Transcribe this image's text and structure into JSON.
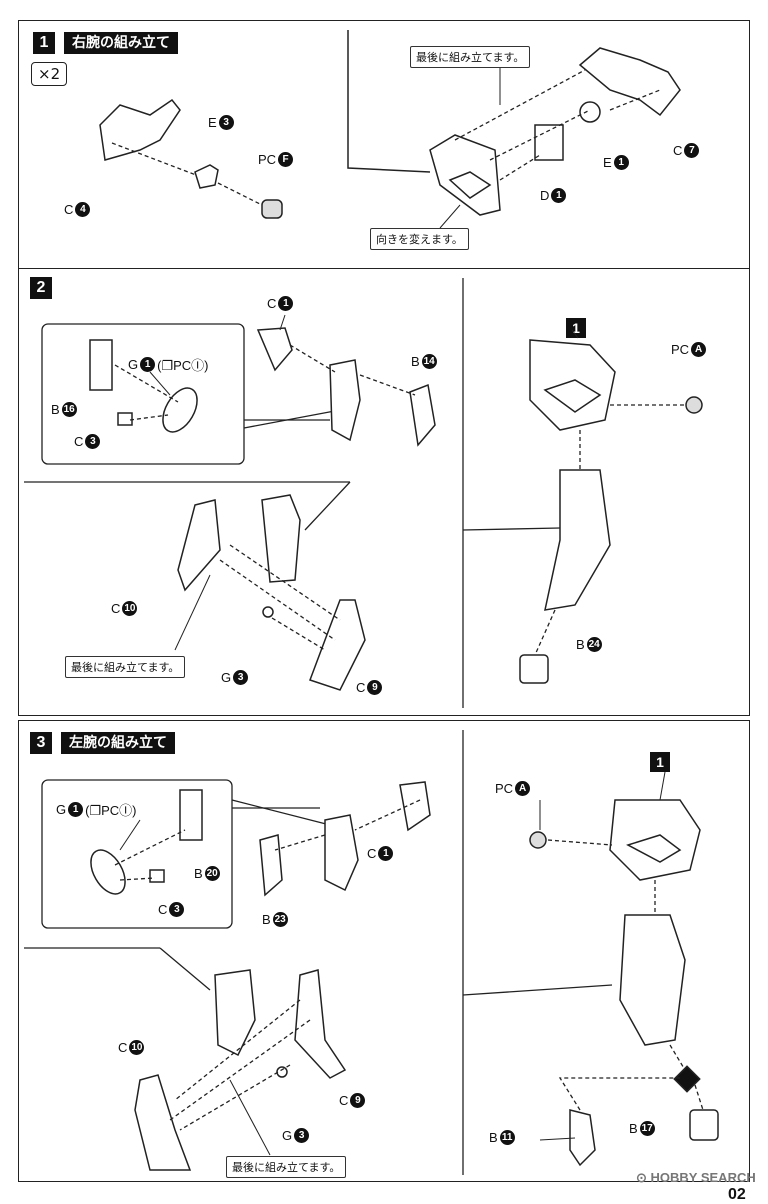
{
  "step1": {
    "number": "1",
    "title": "右腕の組み立て",
    "multiplier": "×2",
    "note_last": "最後に組み立てます。",
    "note_turn": "向きを変えます。",
    "labels": {
      "c4": {
        "letter": "C",
        "num": "4"
      },
      "e3": {
        "letter": "E",
        "num": "3"
      },
      "pcf": {
        "letter": "PC",
        "num": "F"
      },
      "c7": {
        "letter": "C",
        "num": "7"
      },
      "e1": {
        "letter": "E",
        "num": "1"
      },
      "d1": {
        "letter": "D",
        "num": "1"
      }
    }
  },
  "step2": {
    "number": "2",
    "note_last": "最後に組み立てます。",
    "badge_subassembly": "1",
    "labels": {
      "c1": {
        "letter": "C",
        "num": "1"
      },
      "b14": {
        "letter": "B",
        "num": "14"
      },
      "g1": {
        "letter": "G",
        "num": "1",
        "suffix": "(❐PCⒾ)"
      },
      "b16": {
        "letter": "B",
        "num": "16"
      },
      "c3": {
        "letter": "C",
        "num": "3"
      },
      "c10": {
        "letter": "C",
        "num": "10"
      },
      "g3": {
        "letter": "G",
        "num": "3"
      },
      "c9": {
        "letter": "C",
        "num": "9"
      },
      "pca": {
        "letter": "PC",
        "num": "A"
      },
      "b24": {
        "letter": "B",
        "num": "24"
      }
    }
  },
  "step3": {
    "number": "3",
    "title": "左腕の組み立て",
    "note_last": "最後に組み立てます。",
    "badge_subassembly": "1",
    "labels": {
      "g1": {
        "letter": "G",
        "num": "1",
        "suffix": "(❐PCⒾ)"
      },
      "b20": {
        "letter": "B",
        "num": "20"
      },
      "c3": {
        "letter": "C",
        "num": "3"
      },
      "c1": {
        "letter": "C",
        "num": "1"
      },
      "b23": {
        "letter": "B",
        "num": "23"
      },
      "c10": {
        "letter": "C",
        "num": "10"
      },
      "c9": {
        "letter": "C",
        "num": "9"
      },
      "g3": {
        "letter": "G",
        "num": "3"
      },
      "pca": {
        "letter": "PC",
        "num": "A"
      },
      "b11": {
        "letter": "B",
        "num": "11"
      },
      "b17": {
        "letter": "B",
        "num": "17"
      }
    }
  },
  "footer": {
    "watermark": "HOBBY SEARCH",
    "page": "02"
  }
}
